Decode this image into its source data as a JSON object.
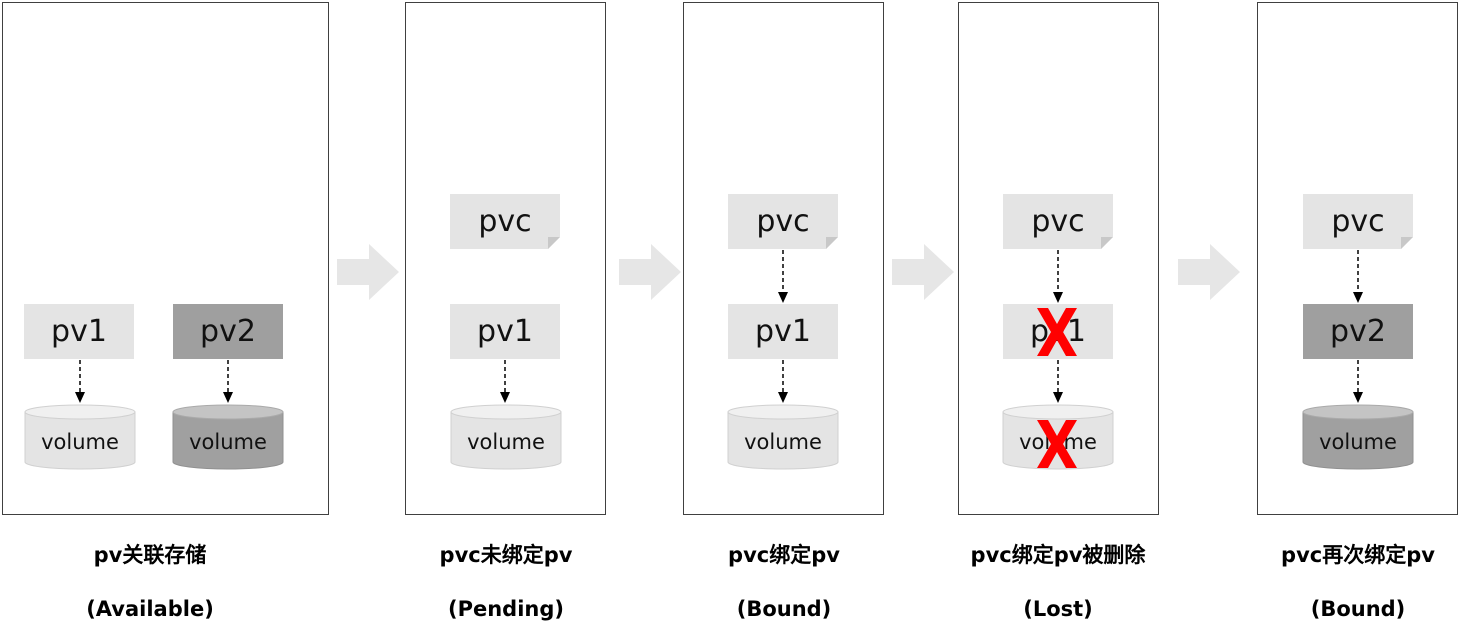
{
  "labels": {
    "pvc": "pvc",
    "pv1": "pv1",
    "pv2": "pv2",
    "volume": "volume"
  },
  "captions": [
    {
      "title": "pv关联存储",
      "state": "(Available)"
    },
    {
      "title": "pvc未绑定pv",
      "state": "(Pending)"
    },
    {
      "title": "pvc绑定pv",
      "state": "(Bound)"
    },
    {
      "title": "pvc绑定pv被删除",
      "state": "(Lost)"
    },
    {
      "title": "pvc再次绑定pv",
      "state": "(Bound)"
    }
  ],
  "colors": {
    "light_fill": "#e4e4e4",
    "dark_fill": "#9f9f9f",
    "transition_arrow": "#e6e6e6",
    "deleted_mark": "#ff0000",
    "panel_border": "#404040"
  }
}
